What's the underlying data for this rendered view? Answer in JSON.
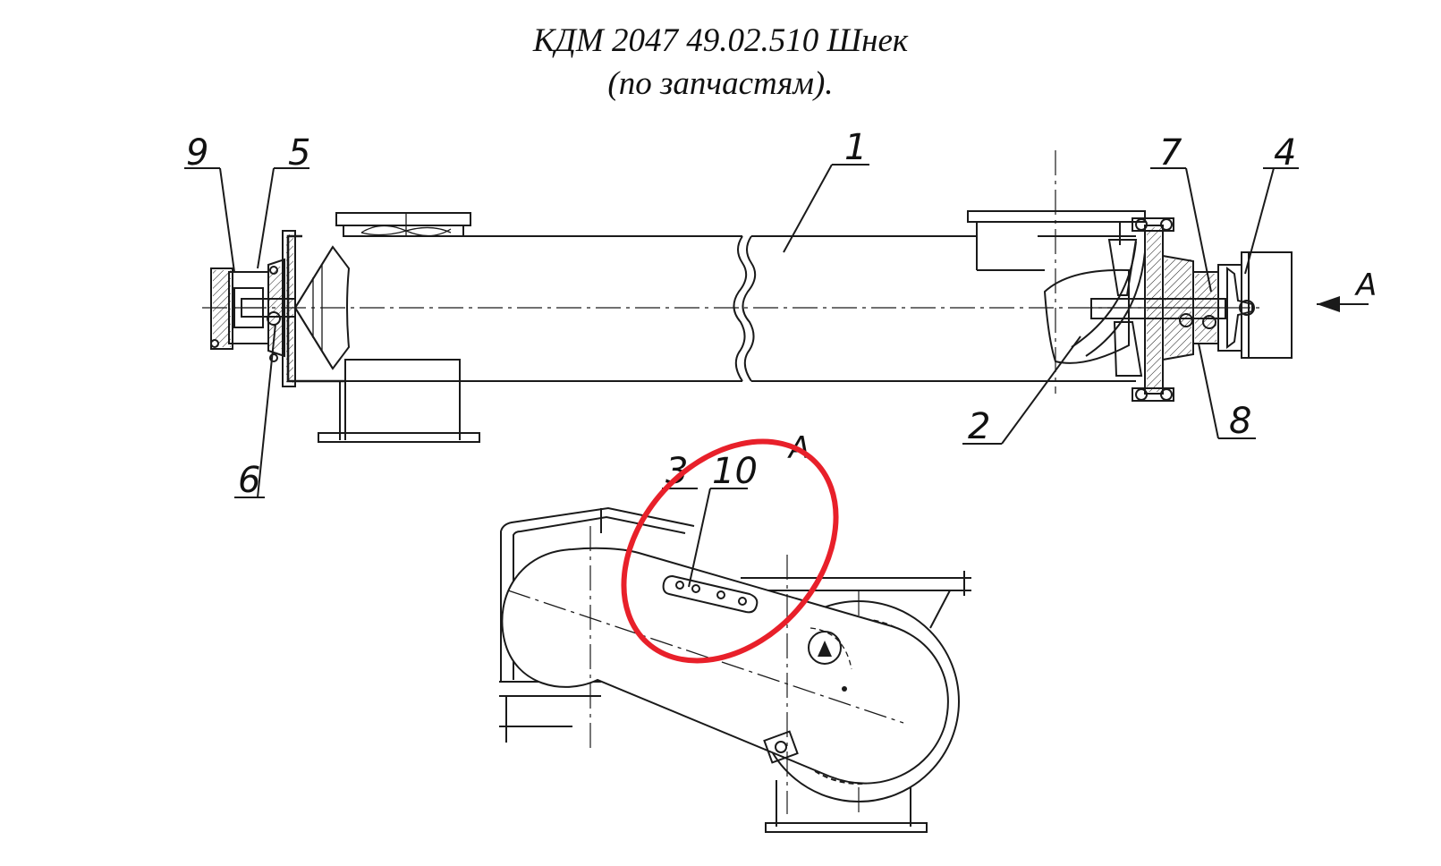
{
  "title": {
    "line1": "КДМ 2047 49.02.510 Шнек",
    "line2": "(по запчастям)."
  },
  "callouts": {
    "c1": "1",
    "c2": "2",
    "c3": "3",
    "c4": "4",
    "c5": "5",
    "c6": "6",
    "c7": "7",
    "c8": "8",
    "c9": "9",
    "c10": "10"
  },
  "view_labels": {
    "side_arrow": "A",
    "bottom_view": "A"
  },
  "colors": {
    "line": "#1a1a1a",
    "highlight": "#e8202a",
    "background": "#ffffff"
  }
}
